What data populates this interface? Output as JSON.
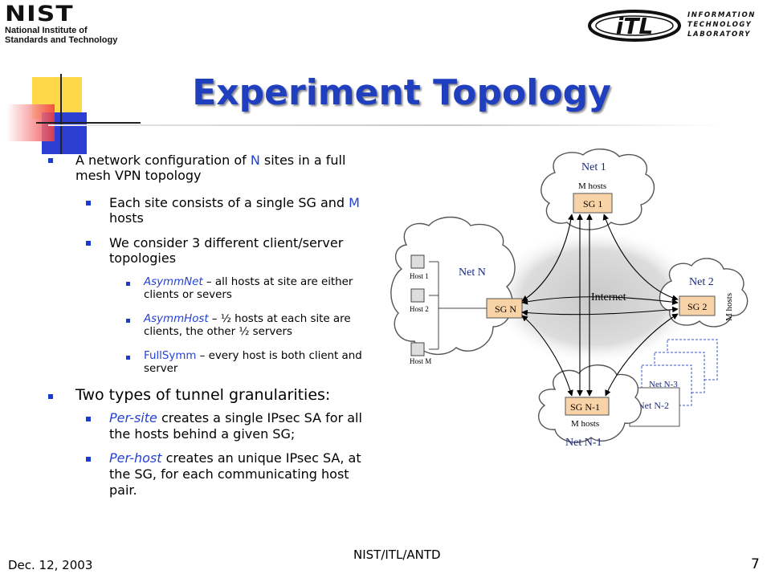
{
  "header": {
    "nist_logo": {
      "wordmark": "NIST",
      "line1": "National Institute of",
      "line2": "Standards and Technology"
    },
    "itl_logo": {
      "mark": "iTL",
      "line1": "INFORMATION",
      "line2": "TECHNOLOGY",
      "line3": "LABORATORY"
    }
  },
  "title": "Experiment Topology",
  "bullets": {
    "b1": {
      "pre": "A network configuration of ",
      "n": "N",
      "post": " sites in a full mesh VPN topology"
    },
    "b1_1": {
      "pre": "Each site consists of a single SG and ",
      "m": "M",
      "post": " hosts"
    },
    "b1_2": "We consider 3 different client/server topologies",
    "b1_2_1": {
      "term": "AsymmNet",
      "rest": " – all hosts at site are either clients or severs"
    },
    "b1_2_2": {
      "term": "AsymmHost",
      "rest": " – ½ hosts at each site are clients, the other ½ servers"
    },
    "b1_2_3": {
      "term": "FullSymm",
      "rest": " – every host is both client and server"
    },
    "b2": "Two types of tunnel granularities:",
    "b2_1": {
      "term": "Per-site",
      "rest": " creates a single IPsec SA for all the hosts behind a given SG;"
    },
    "b2_2": {
      "term": "Per-host",
      "rest": " creates an unique IPsec SA, at the SG, for each communicating host pair."
    }
  },
  "diagram": {
    "net1": "Net 1",
    "net1_hosts": "M hosts",
    "sg1": "SG 1",
    "net2": "Net 2",
    "net2_hosts": "M hosts",
    "sg2": "SG 2",
    "netN": "Net N",
    "sgN": "SG N",
    "host1": "Host 1",
    "host2": "Host 2",
    "hostM": "Host M",
    "netN1": "Net N-1",
    "netN1_hosts": "M hosts",
    "sgN1": "SG N-1",
    "netN2": "Net N-2",
    "netN3": "Net N-3",
    "internet": "Internet"
  },
  "footer": {
    "date": "Dec. 12, 2003",
    "center": "NIST/ITL/ANTD",
    "page": "7"
  },
  "colors": {
    "title": "#1f3fbf",
    "bullet": "#1a3bd1",
    "accent_text": "#2442d6",
    "sg_box": "#f8d3a8",
    "cloud_edge": "#555555"
  }
}
